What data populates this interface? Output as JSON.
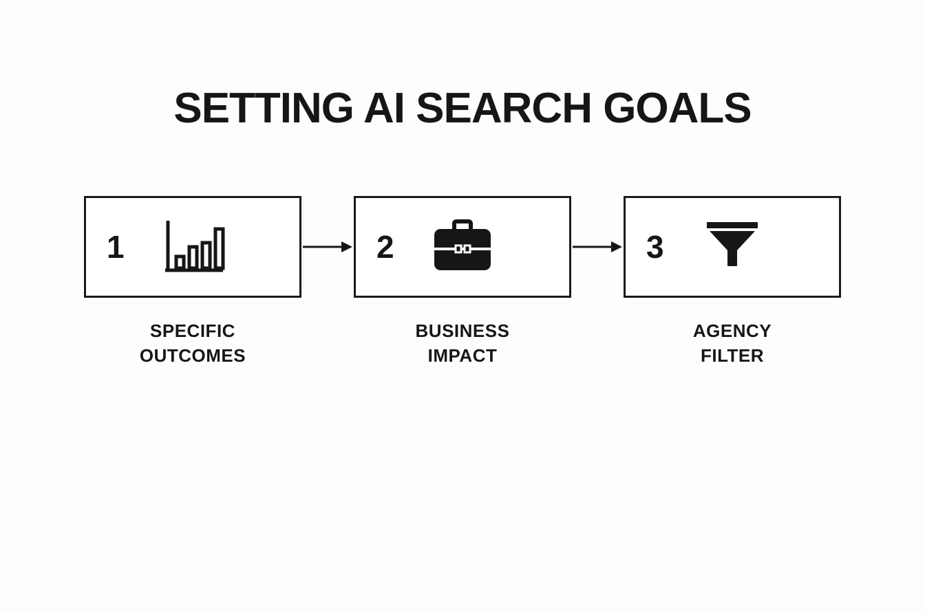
{
  "title": "SETTING AI SEARCH GOALS",
  "steps": [
    {
      "number": "1",
      "icon": "bar-chart-icon",
      "label_line1": "SPECIFIC",
      "label_line2": "OUTCOMES"
    },
    {
      "number": "2",
      "icon": "briefcase-icon",
      "label_line1": "BUSINESS",
      "label_line2": "IMPACT"
    },
    {
      "number": "3",
      "icon": "funnel-icon",
      "label_line1": "AGENCY",
      "label_line2": "FILTER"
    }
  ],
  "colors": {
    "ink": "#161616",
    "border": "#1a1a1a",
    "background": "#fdfdfc"
  }
}
